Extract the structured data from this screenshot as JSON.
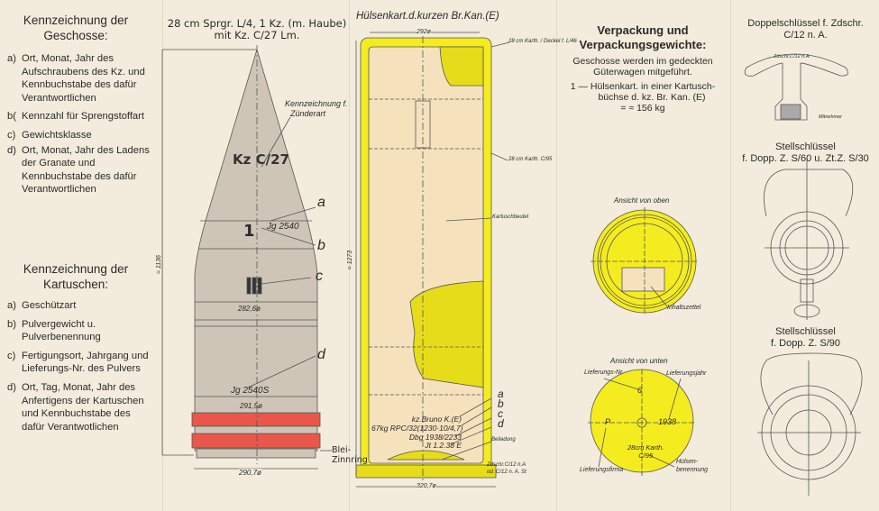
{
  "shells": {
    "heading": "Kennzeichnung der Geschosse:",
    "items": [
      {
        "key": "a)",
        "text": "Ort, Monat, Jahr des Aufschraubens des Kz. und Kennbuchstabe des dafür Verantwortlichen"
      },
      {
        "key": "b(",
        "text": "Kennzahl für Sprengstoffart"
      },
      {
        "key": "c)",
        "text": "Gewichtsklasse"
      },
      {
        "key": "d)",
        "text": "Ort, Monat, Jahr des Ladens der Granate und Kennbuchstabe des dafür Verantwortlichen"
      }
    ]
  },
  "cartridges": {
    "heading": "Kennzeichnung der Kartuschen:",
    "items": [
      {
        "key": "a)",
        "text": "Geschützart"
      },
      {
        "key": "b)",
        "text": "Pulvergewicht u. Pulverbenennung"
      },
      {
        "key": "c)",
        "text": "Fertigungsort, Jahrgang und Lieferungs-Nr. des Pulvers"
      },
      {
        "key": "d)",
        "text": "Ort, Tag, Monat, Jahr des Anfertigens der Kartuschen und Kennbuchstabe des dafür Verantwotlichen"
      }
    ]
  },
  "shell_drawing": {
    "title_line1": "28 cm Sprgr. L/4, 1 Kz. (m. Haube)",
    "title_line2": "mit Kz. C/27 Lm.",
    "fuze_note_line1": "Kennzeichnung f.",
    "fuze_note_line2": "Zünderart",
    "fuze_marking": "Kz C/27",
    "marking_a": "Jg 2540",
    "marking_b": "1",
    "label_a": "a",
    "label_b": "b",
    "label_c": "c",
    "label_d": "d",
    "marking_d": "Jg 2540S",
    "dim_282": "282,6ø",
    "dim_291": "291,5ø",
    "dim_290": "290,7ø",
    "dim_length": "≈ 1136",
    "ring_label_line1": "Blei-",
    "ring_label_line2": "Zinnring",
    "band_color": "#e9564a",
    "body_color": "#cfc5b7"
  },
  "cartridge_drawing": {
    "title": "Hülsenkart.d.kurzen Br.Kan.(E)",
    "dim_top": "292ø",
    "dim_bottom": "320,7ø",
    "dim_length": "≈ 1273",
    "note_cover": "28 cm Karth. / Deckel f. L/46",
    "note_case": "28 cm Karth. C/95",
    "note_bag": "Kartuschbeutel",
    "stamp_a": "kz.Bruno K.(E)",
    "stamp_b": "67kg RPC/32(1230·10/4,7)",
    "stamp_c": "Dbg 1938/2233",
    "stamp_d": "Jt 1.2.38 E",
    "label_a": "a",
    "label_b": "b",
    "label_c": "c",
    "label_d": "d",
    "note_igniter": "Beiladung",
    "note_primer_line1": "Zdschr.C/12 n.A",
    "note_primer_line2": "od. C/12 n. A. St",
    "yellow": "#f4ec1f"
  },
  "packaging": {
    "heading_line1": "Verpackung und",
    "heading_line2": "Verpackungsgewichte:",
    "sub_line1": "Geschosse werden im gedeckten",
    "sub_line2": "Güterwagen mitgeführt.",
    "item_line1": "1 — Hülsenkart. in einer Kartusch-",
    "item_line2": "büchse d. kz. Br. Kan. (E)",
    "item_line3": "= ≈ 156 kg"
  },
  "views": {
    "top_title": "Ansicht von oben",
    "top_label": "Inhaltszettel",
    "bottom_title": "Ansicht von unten",
    "lief_nr": "Lieferungs-Nr.",
    "lief_jahr": "Lieferungsjahr",
    "num": "6",
    "year": "1938",
    "firm_mark": "P",
    "case_line1": "28cm Karth.",
    "case_line2": "C/95",
    "lief_firma": "Lieferungsfirma",
    "huelsen_line1": "Hülsen-",
    "huelsen_line2": "benennung"
  },
  "keys": {
    "k1_line1": "Doppelschlüssel f. Zdschr.",
    "k1_line2": "C/12 n. A.",
    "k1_engraving": "Zdschr.C/12 n.A.",
    "k1_note": "Mitnehmer",
    "k2_line1": "Stellschlüssel",
    "k2_line2": "f. Dopp. Z. S/60 u. Zt.Z. S/30",
    "k3_line1": "Stellschlüssel",
    "k3_line2": "f. Dopp. Z. S/90"
  }
}
